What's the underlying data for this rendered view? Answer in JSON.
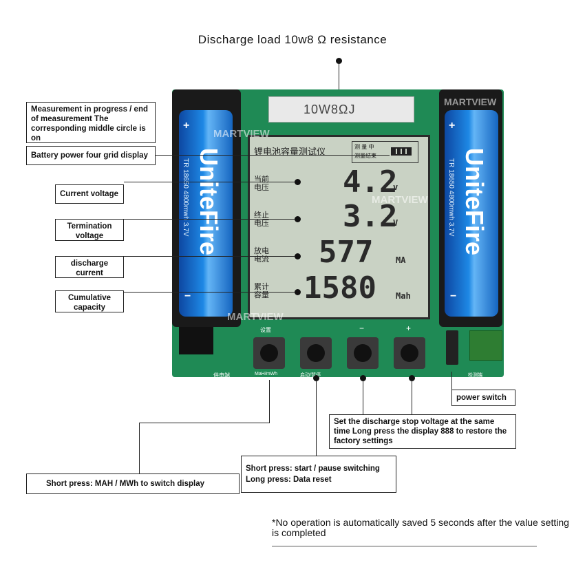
{
  "title": "Discharge load 10w8 Ω resistance",
  "resistor_label": "10W8ΩJ",
  "callouts": {
    "measurement": "Measurement in progress / end of measurement The corresponding middle circle is on",
    "battery_grid": "Battery power four grid display",
    "current_voltage": "Current voltage",
    "termination_voltage": "Termination voltage",
    "discharge_current": "discharge current",
    "cumulative_capacity": "Cumulative capacity",
    "power_switch": "power switch",
    "stop_voltage": "Set the discharge stop voltage at the same time Long press the display 888 to restore the factory settings",
    "start_pause": "Short press: start / pause switching Long press: Data reset",
    "mah_switch": "Short press: MAH / MWh to switch display"
  },
  "footnote": "*No operation is automatically saved 5 seconds after the value setting is completed",
  "lcd": {
    "header": "锂电池容量测试仪",
    "status_top": "测 量 中",
    "status_bottom": "测量结束",
    "rows": [
      {
        "label": "当前 电压",
        "value": "4.2",
        "unit": "v"
      },
      {
        "label": "终止 电压",
        "value": "3.2",
        "unit": "V"
      },
      {
        "label": "放电 电流",
        "value": "577",
        "unit": "MA"
      },
      {
        "label": "累计 容量",
        "value": "1580",
        "unit": "Mah"
      }
    ]
  },
  "battery": {
    "brand": "UniteFire",
    "model": "TR 18650 4800mwh 3.7V",
    "plus": "+",
    "minus": "−"
  },
  "board_labels": {
    "set": "设置",
    "minus": "−",
    "plus": "+",
    "bottom_left": "供电端",
    "mah": "MaH/mWh",
    "start": "启动/暂停",
    "right": "检测端"
  },
  "watermark": "MARTVIEW",
  "colors": {
    "board": "#1f8a55",
    "battery": "#1e88e5",
    "lcd": "#c9d2c4"
  }
}
